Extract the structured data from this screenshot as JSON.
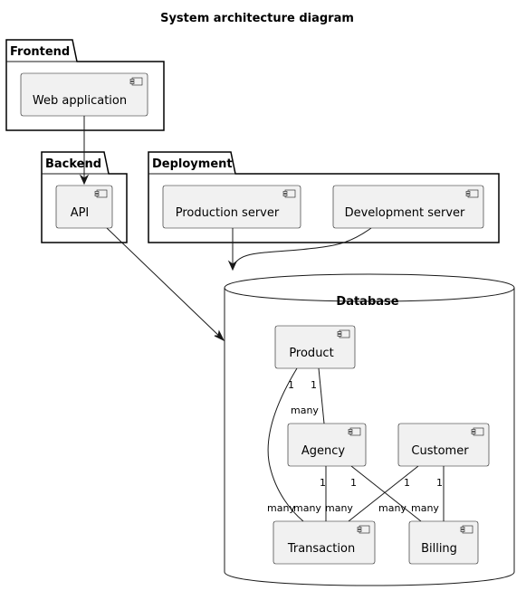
{
  "title": "System architecture diagram",
  "packages": {
    "frontend": "Frontend",
    "backend": "Backend",
    "deployment": "Deployment"
  },
  "database": {
    "label": "Database"
  },
  "components": {
    "web_application": "Web application",
    "api": "API",
    "production_server": "Production server",
    "development_server": "Development server",
    "product": "Product",
    "agency": "Agency",
    "customer": "Customer",
    "transaction": "Transaction",
    "billing": "Billing"
  },
  "relations": [
    {
      "from": "Web application",
      "to": "API",
      "arrow": true
    },
    {
      "from": "API",
      "to": "Database",
      "arrow": true
    },
    {
      "from": "Production server",
      "to": "Database",
      "arrow": true
    },
    {
      "from": "Development server",
      "to": "Database",
      "arrow": true
    },
    {
      "from": "Product",
      "to": "Agency",
      "from_label": "1",
      "to_label": "many"
    },
    {
      "from": "Product",
      "to": "Transaction",
      "from_label": "1",
      "to_label": "many"
    },
    {
      "from": "Agency",
      "to": "Transaction",
      "from_label": "1",
      "to_label": "many"
    },
    {
      "from": "Agency",
      "to": "Billing",
      "from_label": "1",
      "to_label": "many"
    },
    {
      "from": "Customer",
      "to": "Transaction",
      "from_label": "1",
      "to_label": "many"
    },
    {
      "from": "Customer",
      "to": "Billing",
      "from_label": "1",
      "to_label": "many"
    }
  ],
  "icon": "component-icon",
  "colors": {
    "component_fill": "#f1f1f1",
    "border": "#181818",
    "background": "#ffffff"
  }
}
